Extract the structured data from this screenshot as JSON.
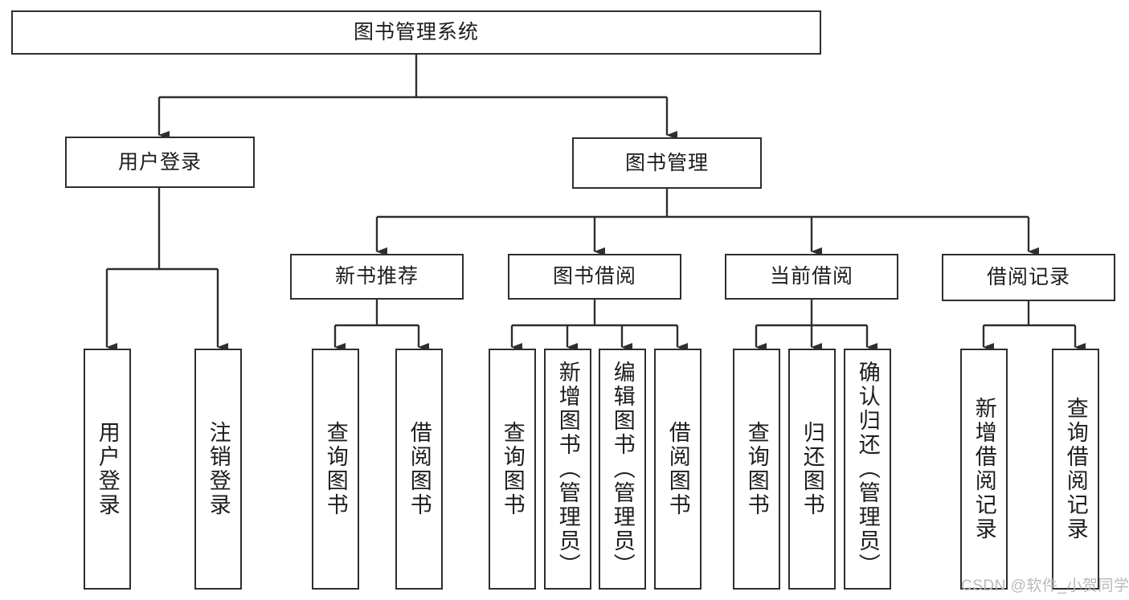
{
  "diagram": {
    "title": "图书管理系统",
    "root": {
      "label": "图书管理系统"
    },
    "level1": [
      {
        "label": "用户登录"
      },
      {
        "label": "图书管理"
      }
    ],
    "level2": [
      {
        "label": "新书推荐"
      },
      {
        "label": "图书借阅"
      },
      {
        "label": "当前借阅"
      },
      {
        "label": "借阅记录"
      }
    ],
    "leaves": {
      "user_login": [
        {
          "label": "用户登录"
        },
        {
          "label": "注销登录"
        }
      ],
      "new_book_recommend": [
        {
          "label": "查询图书"
        },
        {
          "label": "借阅图书"
        }
      ],
      "book_borrow": [
        {
          "label": "查询图书"
        },
        {
          "label": "新增图书（管理员）"
        },
        {
          "label": "编辑图书（管理员）"
        },
        {
          "label": "借阅图书"
        }
      ],
      "current_borrow": [
        {
          "label": "查询图书"
        },
        {
          "label": "归还图书"
        },
        {
          "label": "确认归还（管理员）"
        }
      ],
      "borrow_record": [
        {
          "label": "新增借阅记录"
        },
        {
          "label": "查询借阅记录"
        }
      ]
    }
  },
  "watermark": {
    "text": "CSDN @软件_小贺同学"
  },
  "colors": {
    "stroke": "#2e2e2e",
    "background": "#ffffff",
    "text": "#1d1d1d",
    "watermark": "#b9b9b9"
  }
}
